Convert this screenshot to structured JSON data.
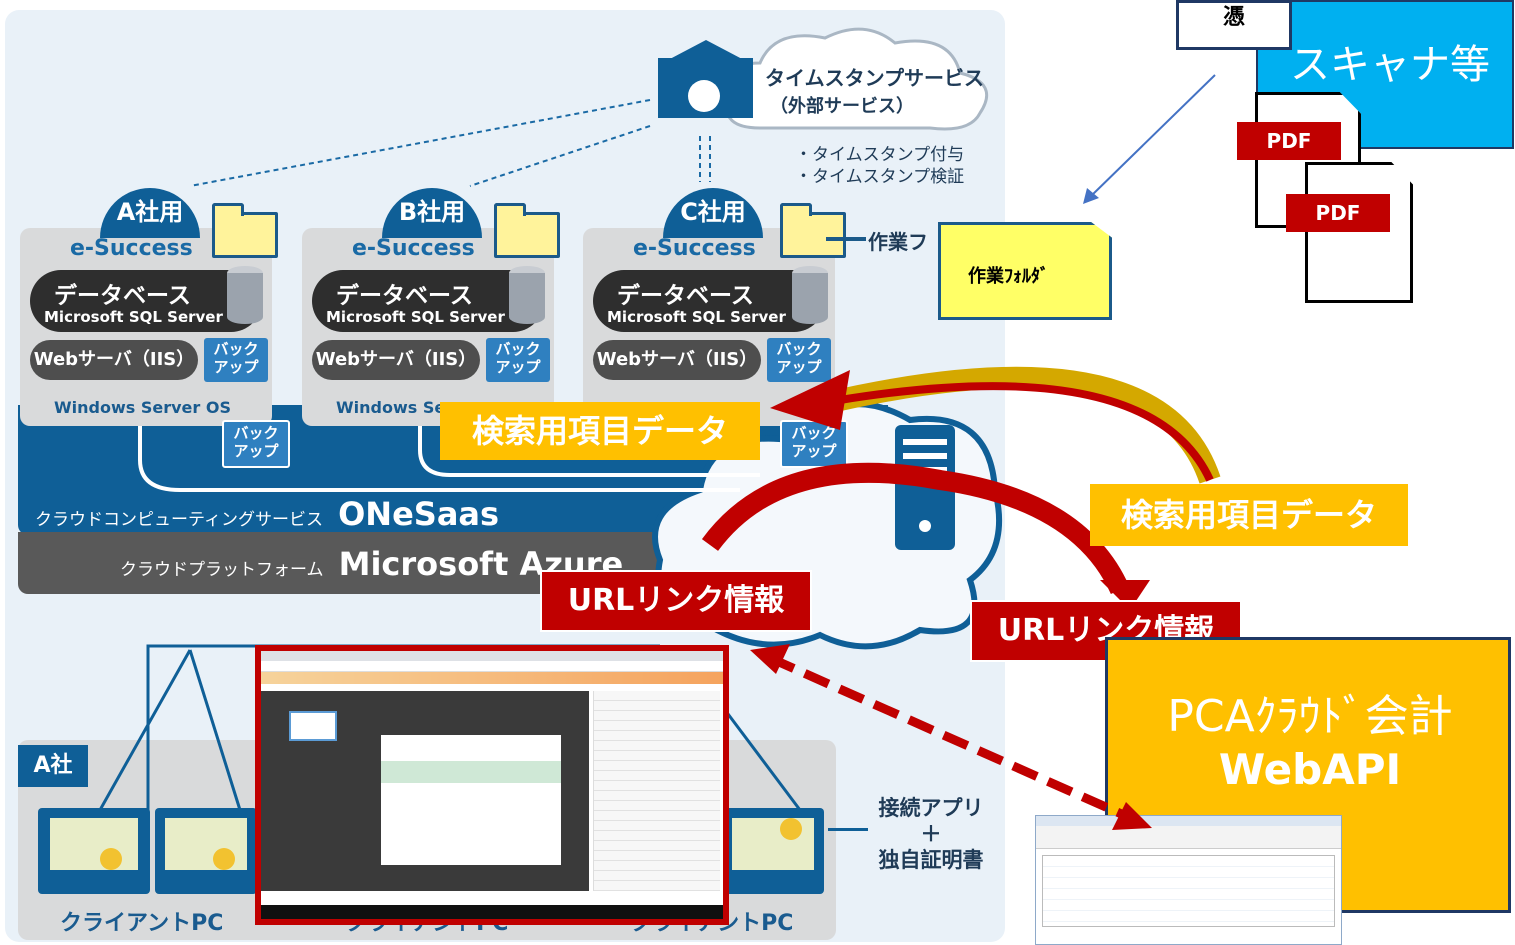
{
  "timestamp": {
    "title": "タイムスタンプサービス",
    "subtitle": "（外部サービス）",
    "bullets": [
      "・タイムスタンプ付与",
      "・タイムスタンプ検証"
    ]
  },
  "tenants": [
    {
      "tab": "A社用",
      "esuccess": "e-Success",
      "db": "データベース",
      "db_sub": "Microsoft SQL Server",
      "web": "Webサーバ（IIS）",
      "backup": "バック\nアップ",
      "os": "Windows Server OS"
    },
    {
      "tab": "B社用",
      "esuccess": "e-Success",
      "db": "データベース",
      "db_sub": "Microsoft SQL Server",
      "web": "Webサーバ（IIS）",
      "backup": "バック\nアップ",
      "os": "Windows Se"
    },
    {
      "tab": "C社用",
      "esuccess": "e-Success",
      "db": "データベース",
      "db_sub": "Microsoft SQL Server",
      "web": "Webサーバ（IIS）",
      "backup": "バック\nアップ",
      "os": ""
    }
  ],
  "work_folder_label": "作業フ",
  "work_folder_box": "作業ﾌｫﾙﾀﾞ",
  "backup_label": "バック\nアップ",
  "cloud_service": {
    "prefix": "クラウドコンピューティングサービス",
    "name": "ONeSaas"
  },
  "cloud_platform": {
    "prefix": "クラウドプラットフォーム",
    "name": "Microsoft Azure"
  },
  "search_data_1": "検索用項目データ",
  "search_data_2": "検索用項目データ",
  "url_link_1": "URLリンク情報",
  "url_link_2": "URLリンク情報",
  "scanner": {
    "title": "スキャナ等",
    "note": "憑",
    "pdf1": "PDF",
    "pdf2": "PDF"
  },
  "pca": {
    "line1": "PCAｸﾗｳﾄﾞ会計",
    "line2": "WebAPI"
  },
  "company_a": "A社",
  "client_pc": "クライアントPC",
  "connect_app": {
    "line1": "接続アプリ",
    "line2": "＋",
    "line3": "独自証明書"
  },
  "colors": {
    "azure_blue": "#0f5f97",
    "panel_bg": "#e9f1f8",
    "yellow": "#ffc000",
    "red": "#c00000",
    "sky": "#00b0f0"
  }
}
